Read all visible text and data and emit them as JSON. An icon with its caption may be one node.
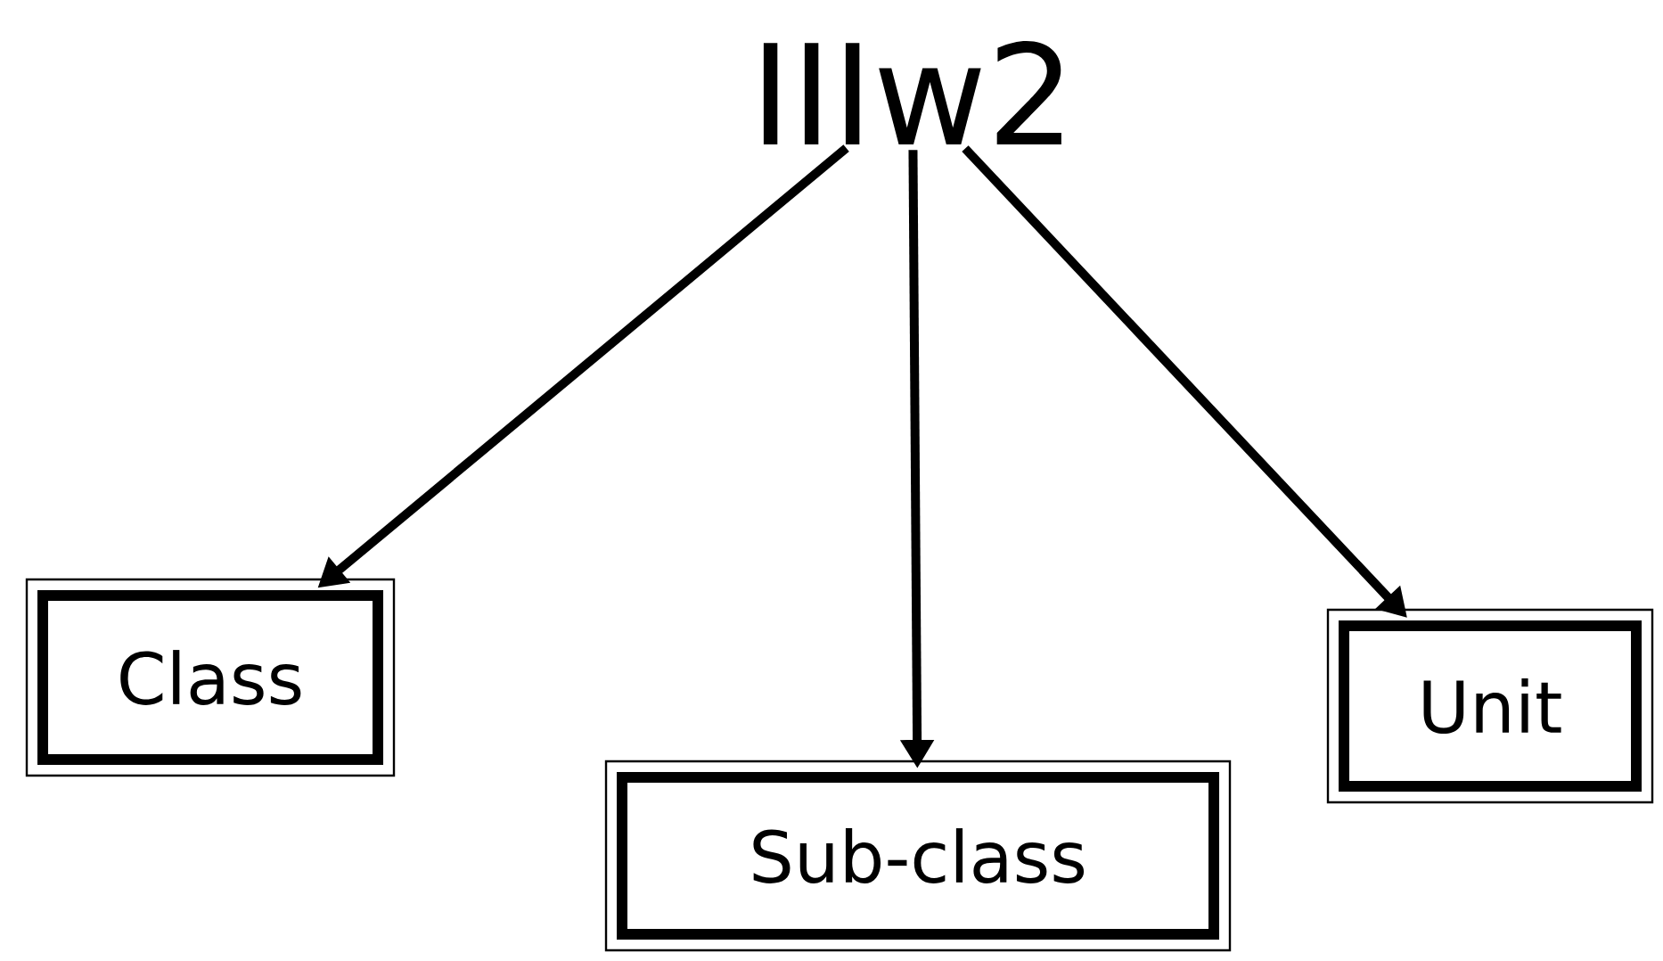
{
  "diagram": {
    "nodes": [
      {
        "text": [
          "IIIw2"
        ]
      },
      {
        "text": [
          "Class"
        ]
      },
      {
        "text": [
          "Sub-class"
        ]
      },
      {
        "text": [
          "Unit"
        ]
      }
    ],
    "edges": [
      {
        "from": 0,
        "to": 1,
        "arrow": "to"
      },
      {
        "from": 0,
        "to": 2,
        "arrow": "to"
      },
      {
        "from": 0,
        "to": 3,
        "arrow": "to"
      }
    ]
  }
}
